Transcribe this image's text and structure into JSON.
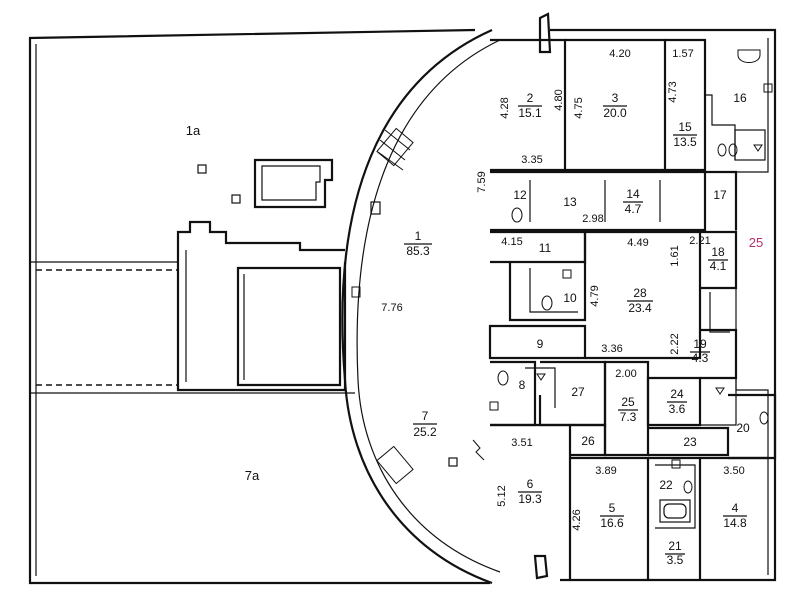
{
  "rooms": [
    {
      "id": "r1a",
      "num": "1а",
      "area": ""
    },
    {
      "id": "r7a",
      "num": "7а",
      "area": ""
    },
    {
      "id": "r1",
      "num": "1",
      "area": "85.3"
    },
    {
      "id": "r2",
      "num": "2",
      "area": "15.1"
    },
    {
      "id": "r3",
      "num": "3",
      "area": "20.0"
    },
    {
      "id": "r4",
      "num": "4",
      "area": "14.8"
    },
    {
      "id": "r5",
      "num": "5",
      "area": "16.6"
    },
    {
      "id": "r6",
      "num": "6",
      "area": "19.3"
    },
    {
      "id": "r7",
      "num": "7",
      "area": "25.2"
    },
    {
      "id": "r8",
      "num": "8",
      "area": ""
    },
    {
      "id": "r9",
      "num": "9",
      "area": ""
    },
    {
      "id": "r10",
      "num": "10",
      "area": ""
    },
    {
      "id": "r11",
      "num": "11",
      "area": ""
    },
    {
      "id": "r12",
      "num": "12",
      "area": ""
    },
    {
      "id": "r13",
      "num": "13",
      "area": ""
    },
    {
      "id": "r14",
      "num": "14",
      "area": "4.7"
    },
    {
      "id": "r15",
      "num": "15",
      "area": "13.5"
    },
    {
      "id": "r16",
      "num": "16",
      "area": ""
    },
    {
      "id": "r17",
      "num": "17",
      "area": ""
    },
    {
      "id": "r18",
      "num": "18",
      "area": "4.1"
    },
    {
      "id": "r19",
      "num": "19",
      "area": "4.3"
    },
    {
      "id": "r20",
      "num": "20",
      "area": ""
    },
    {
      "id": "r21",
      "num": "21",
      "area": "3.5"
    },
    {
      "id": "r22",
      "num": "22",
      "area": ""
    },
    {
      "id": "r23",
      "num": "23",
      "area": ""
    },
    {
      "id": "r24",
      "num": "24",
      "area": "3.6"
    },
    {
      "id": "r25",
      "num": "25",
      "area": "7.3"
    },
    {
      "id": "r26",
      "num": "26",
      "area": ""
    },
    {
      "id": "r27",
      "num": "27",
      "area": ""
    },
    {
      "id": "r28",
      "num": "28",
      "area": "23.4"
    }
  ],
  "dimensions": [
    {
      "id": "d1",
      "text": "4.20"
    },
    {
      "id": "d2",
      "text": "1.57"
    },
    {
      "id": "d3",
      "text": "4.28"
    },
    {
      "id": "d4",
      "text": "4.80"
    },
    {
      "id": "d5",
      "text": "4.75"
    },
    {
      "id": "d6",
      "text": "4.73"
    },
    {
      "id": "d7",
      "text": "3.35"
    },
    {
      "id": "d8",
      "text": "7.59"
    },
    {
      "id": "d9",
      "text": "2.98"
    },
    {
      "id": "d10",
      "text": "4.15"
    },
    {
      "id": "d11",
      "text": "4.49"
    },
    {
      "id": "d12",
      "text": "1.61"
    },
    {
      "id": "d13",
      "text": "2.21"
    },
    {
      "id": "d14",
      "text": "7.76"
    },
    {
      "id": "d15",
      "text": "4.79"
    },
    {
      "id": "d16",
      "text": "2.22"
    },
    {
      "id": "d17",
      "text": "3.36"
    },
    {
      "id": "d18",
      "text": "2.00"
    },
    {
      "id": "d19",
      "text": "3.51"
    },
    {
      "id": "d20",
      "text": "3.89"
    },
    {
      "id": "d21",
      "text": "3.50"
    },
    {
      "id": "d22",
      "text": "5.12"
    },
    {
      "id": "d23",
      "text": "4.26"
    }
  ],
  "external_label": "25",
  "colors": {
    "ink": "#111111",
    "external_label": "#b03070",
    "paper": "#ffffff"
  }
}
